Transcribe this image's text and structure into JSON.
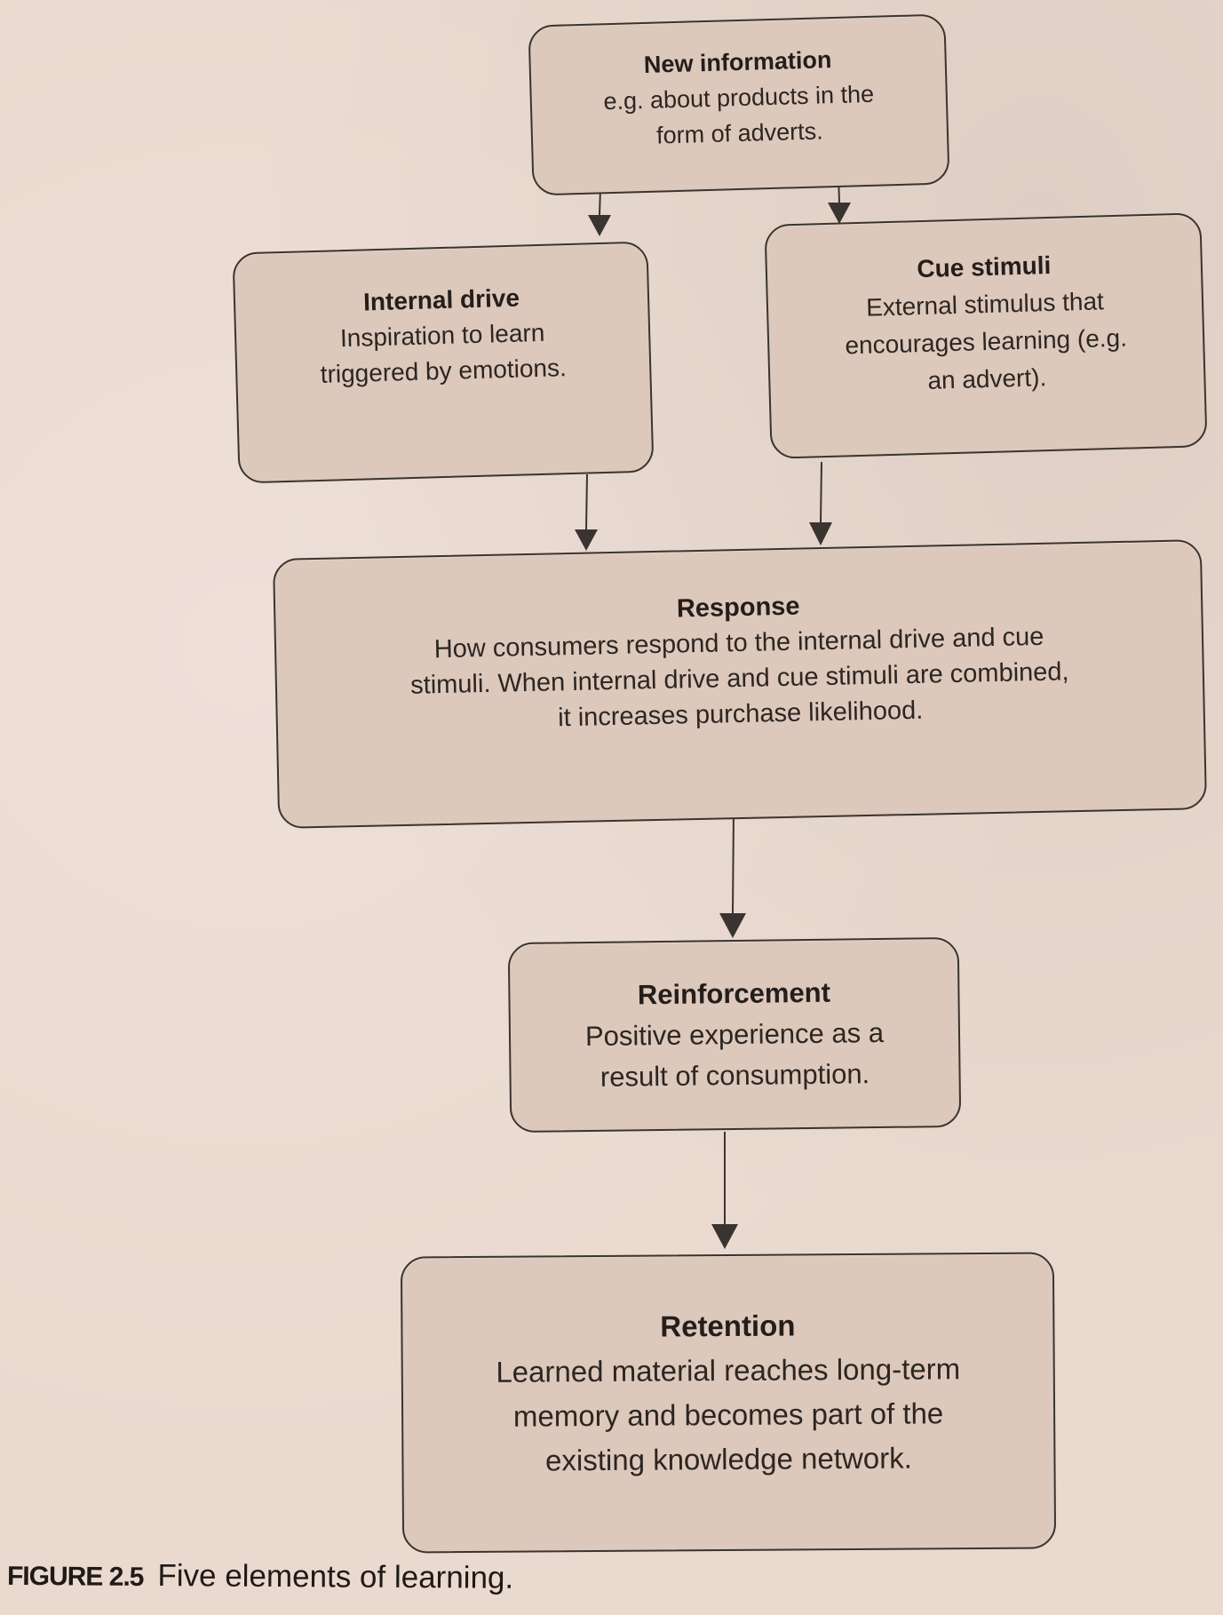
{
  "diagram": {
    "nodes": [
      {
        "id": "new_information",
        "title": "New information",
        "lines": [
          "e.g. about products in the",
          "form of adverts."
        ]
      },
      {
        "id": "internal_drive",
        "title": "Internal drive",
        "lines": [
          "Inspiration to learn",
          "triggered by emotions."
        ]
      },
      {
        "id": "cue_stimuli",
        "title": "Cue stimuli",
        "lines": [
          "External stimulus that",
          "encourages learning (e.g.",
          "an advert)."
        ]
      },
      {
        "id": "response",
        "title": "Response",
        "lines": [
          "How consumers respond to the internal drive and cue",
          "stimuli. When internal drive and cue stimuli are combined,",
          "it increases purchase likelihood."
        ]
      },
      {
        "id": "reinforcement",
        "title": "Reinforcement",
        "lines": [
          "Positive experience as a",
          "result of consumption."
        ]
      },
      {
        "id": "retention",
        "title": "Retention",
        "lines": [
          "Learned material reaches long-term",
          "memory and becomes part of the",
          "existing knowledge network."
        ]
      }
    ],
    "edges": [
      {
        "from": "new_information",
        "to": "internal_drive"
      },
      {
        "from": "new_information",
        "to": "cue_stimuli"
      },
      {
        "from": "internal_drive",
        "to": "response"
      },
      {
        "from": "cue_stimuli",
        "to": "response"
      },
      {
        "from": "response",
        "to": "reinforcement"
      },
      {
        "from": "reinforcement",
        "to": "retention"
      }
    ]
  },
  "caption": {
    "label": "FIGURE 2.5",
    "text": "Five elements of learning."
  },
  "colors": {
    "page": "#ead9cf",
    "box_fill": "#ddc8bc",
    "box_border": "#3a3430",
    "arrow": "#3a3430",
    "text": "#2c2622"
  }
}
